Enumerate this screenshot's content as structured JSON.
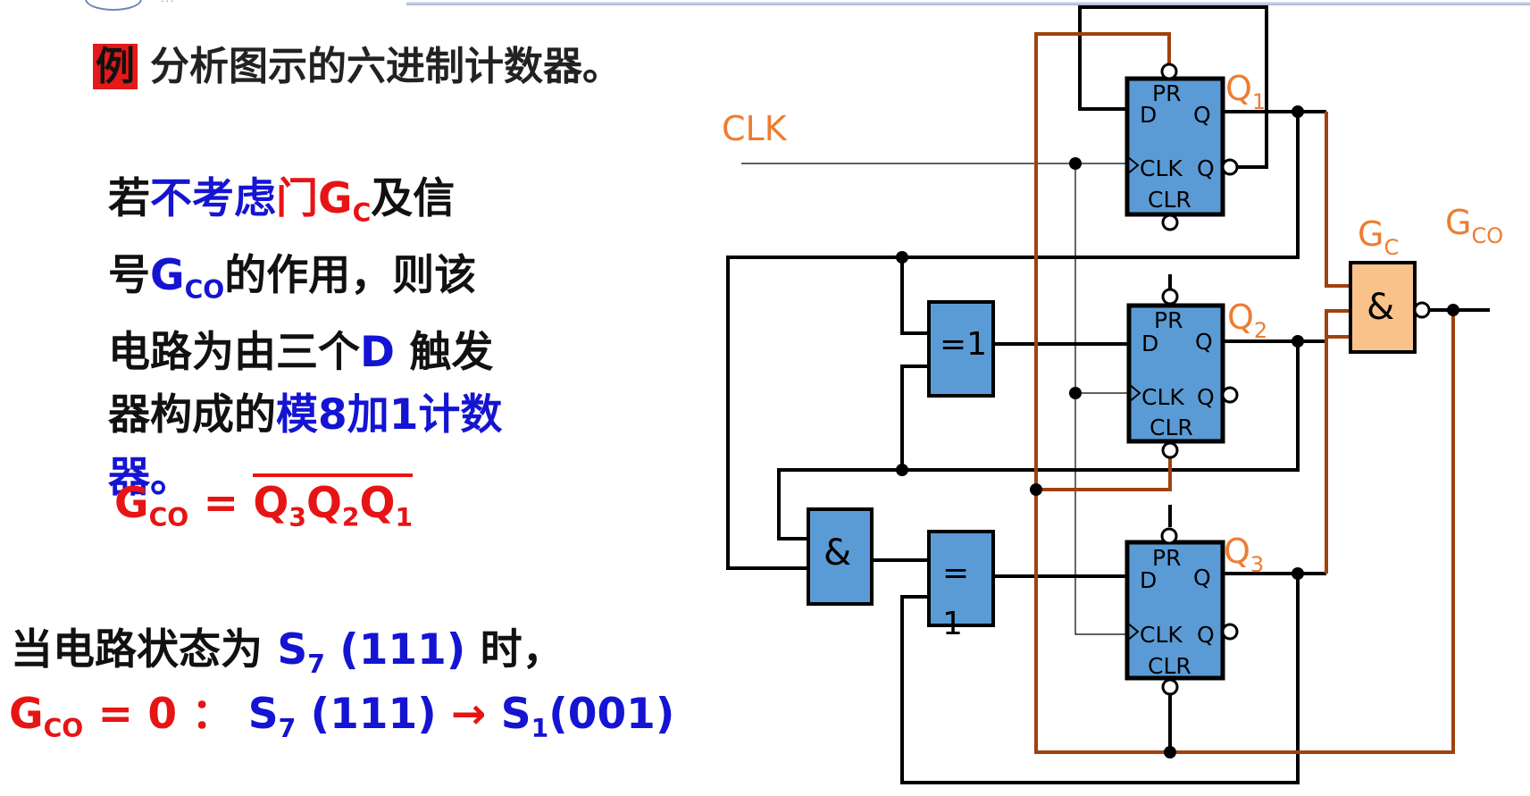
{
  "header": {
    "logo_text": "...",
    "university_text": "..."
  },
  "title": {
    "tag": "例",
    "text": "分析图示的六进制计数器。"
  },
  "paragraph": {
    "p1": "若",
    "p2": "不考虑",
    "p3": "门G",
    "p3_sub": "C",
    "p4": "及信",
    "p5": "号",
    "p6": "G",
    "p6_sub": "CO",
    "p7": "的作用，则该",
    "p8": "电路为由三个",
    "p9": "D",
    "p10": " 触发",
    "p11": "器构成的",
    "p12": "模8加1计数",
    "p13": "器。"
  },
  "formula": {
    "lhs": "G",
    "lhs_sub": "CO",
    "eq": " = ",
    "q3": "Q",
    "q3_sub": "3",
    "q2": "Q",
    "q2_sub": "2",
    "q1": "Q",
    "q1_sub": "1"
  },
  "state_line": {
    "a": "当电路状态为 ",
    "b": "S",
    "b_sub": "7",
    "c": " (111)",
    "d": " 时，"
  },
  "result_line": {
    "a": "G",
    "a_sub": "CO",
    "b": " = 0 ",
    "c": "：",
    "d": " S",
    "d_sub": "7",
    "e": " (111)",
    "f": "  → ",
    "g": " S",
    "g_sub": "1",
    "h": "(001)"
  },
  "circuit": {
    "clk_label": "CLK",
    "ff_labels": {
      "pr": "PR",
      "d": "D",
      "q": "Q",
      "clk": "CLK",
      "qn": "Q",
      "clr": "CLR"
    },
    "q1": {
      "main": "Q",
      "sub": "1"
    },
    "q2": {
      "main": "Q",
      "sub": "2"
    },
    "q3": {
      "main": "Q",
      "sub": "3"
    },
    "xor_symbol": "=1",
    "xor2_symbol_top": "=",
    "xor2_symbol_bottom": "1",
    "and_symbol": "&",
    "gc_label": {
      "main": "G",
      "sub": "C"
    },
    "gco_label": {
      "main": "G",
      "sub": "CO"
    },
    "colors": {
      "ff_fill": "#5b9bd5",
      "gc_fill": "#f9c28a",
      "brown": "#a0410e",
      "orange_text": "#ed7d31"
    }
  }
}
